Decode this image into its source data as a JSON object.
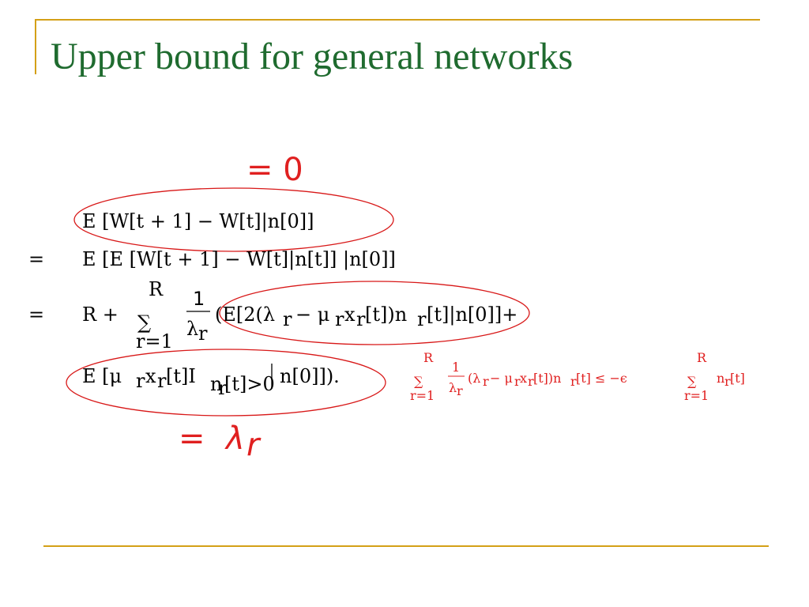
{
  "title": "Upper bound for general networks",
  "annotations": {
    "top": "= 0",
    "bottom_eq": "=",
    "bottom_sym": "λ",
    "bottom_sub": "r"
  },
  "equation": {
    "line1": "E [W[t + 1] − W[t]|n[0]]",
    "line2_eq": "=",
    "line2": "E [E [W[t + 1] − W[t]|n[t]] |n[0]]",
    "line3_eq": "=",
    "line3_R": "R +",
    "sum_top": "R",
    "sum_sym": "∑",
    "sum_bottom": "r=1",
    "frac_num": "1",
    "frac_den": "λ",
    "frac_den_sub": "r",
    "line3_rest": "(E[2(λ",
    "line3_rest2": "− μ",
    "line3_rest3": "x",
    "line3_rest4": "[t])n",
    "line3_rest5": "[t]|n[0]]+",
    "line4": "E [μ",
    "line4_b": "x",
    "line4_c": "[t]I",
    "line4_sub": "n",
    "line4_subsub": "r",
    "line4_sub2": "[t]>0",
    "line4_d": "n[0]]).",
    "sub_r": "r"
  },
  "note": {
    "sum_top": "R",
    "sum_bottom": "r=1",
    "num": "1",
    "den": "λ",
    "den_sub": "r",
    "expr": "(λ",
    "expr2": "− μ",
    "expr3": "x",
    "expr4": "[t])n",
    "expr5": "[t] ≤ −ϵ",
    "sum2_top": "R",
    "sum2_bottom": "r=1",
    "expr6": "n",
    "expr7": "[t]",
    "sub_r": "r"
  }
}
